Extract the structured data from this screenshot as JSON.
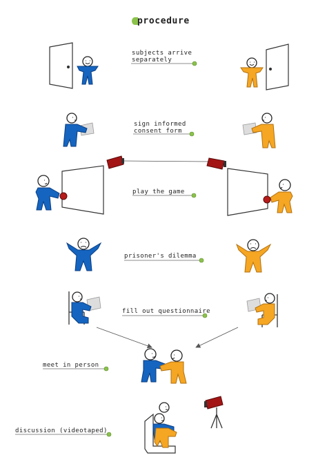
{
  "title": "procedure",
  "steps": [
    {
      "line1": "subjects arrive",
      "line2": "separately"
    },
    {
      "line1": "sign informed",
      "line2": "consent form"
    },
    {
      "line1": "play the game",
      "line2": ""
    },
    {
      "line1": "prisoner's dilemma",
      "line2": ""
    },
    {
      "line1": "fill out questionnaire",
      "line2": ""
    },
    {
      "line1": "meet in person",
      "line2": ""
    },
    {
      "line1": "discussion (videotaped)",
      "line2": ""
    }
  ],
  "colors": {
    "blue": "#1565c0",
    "orange": "#f5a623",
    "accent": "#8bc34a",
    "camera": "#a31515",
    "ball": "#b71c1c"
  }
}
